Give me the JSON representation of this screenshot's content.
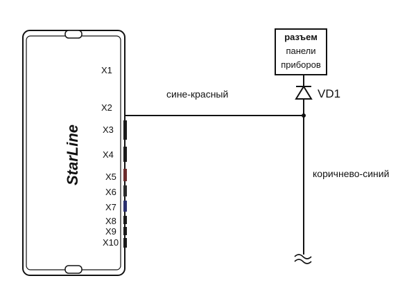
{
  "device": {
    "brand": "StarLine",
    "connectors": [
      "X1",
      "X2",
      "X3",
      "X4",
      "X5",
      "X6",
      "X7",
      "X8",
      "X9",
      "X10"
    ]
  },
  "connector_box": {
    "line1": "разъем",
    "line2": "панели",
    "line3": "приборов"
  },
  "diode": {
    "label": "VD1"
  },
  "wires": {
    "horizontal_label": "сине-красный",
    "vertical_label": "коричнево-синий"
  }
}
